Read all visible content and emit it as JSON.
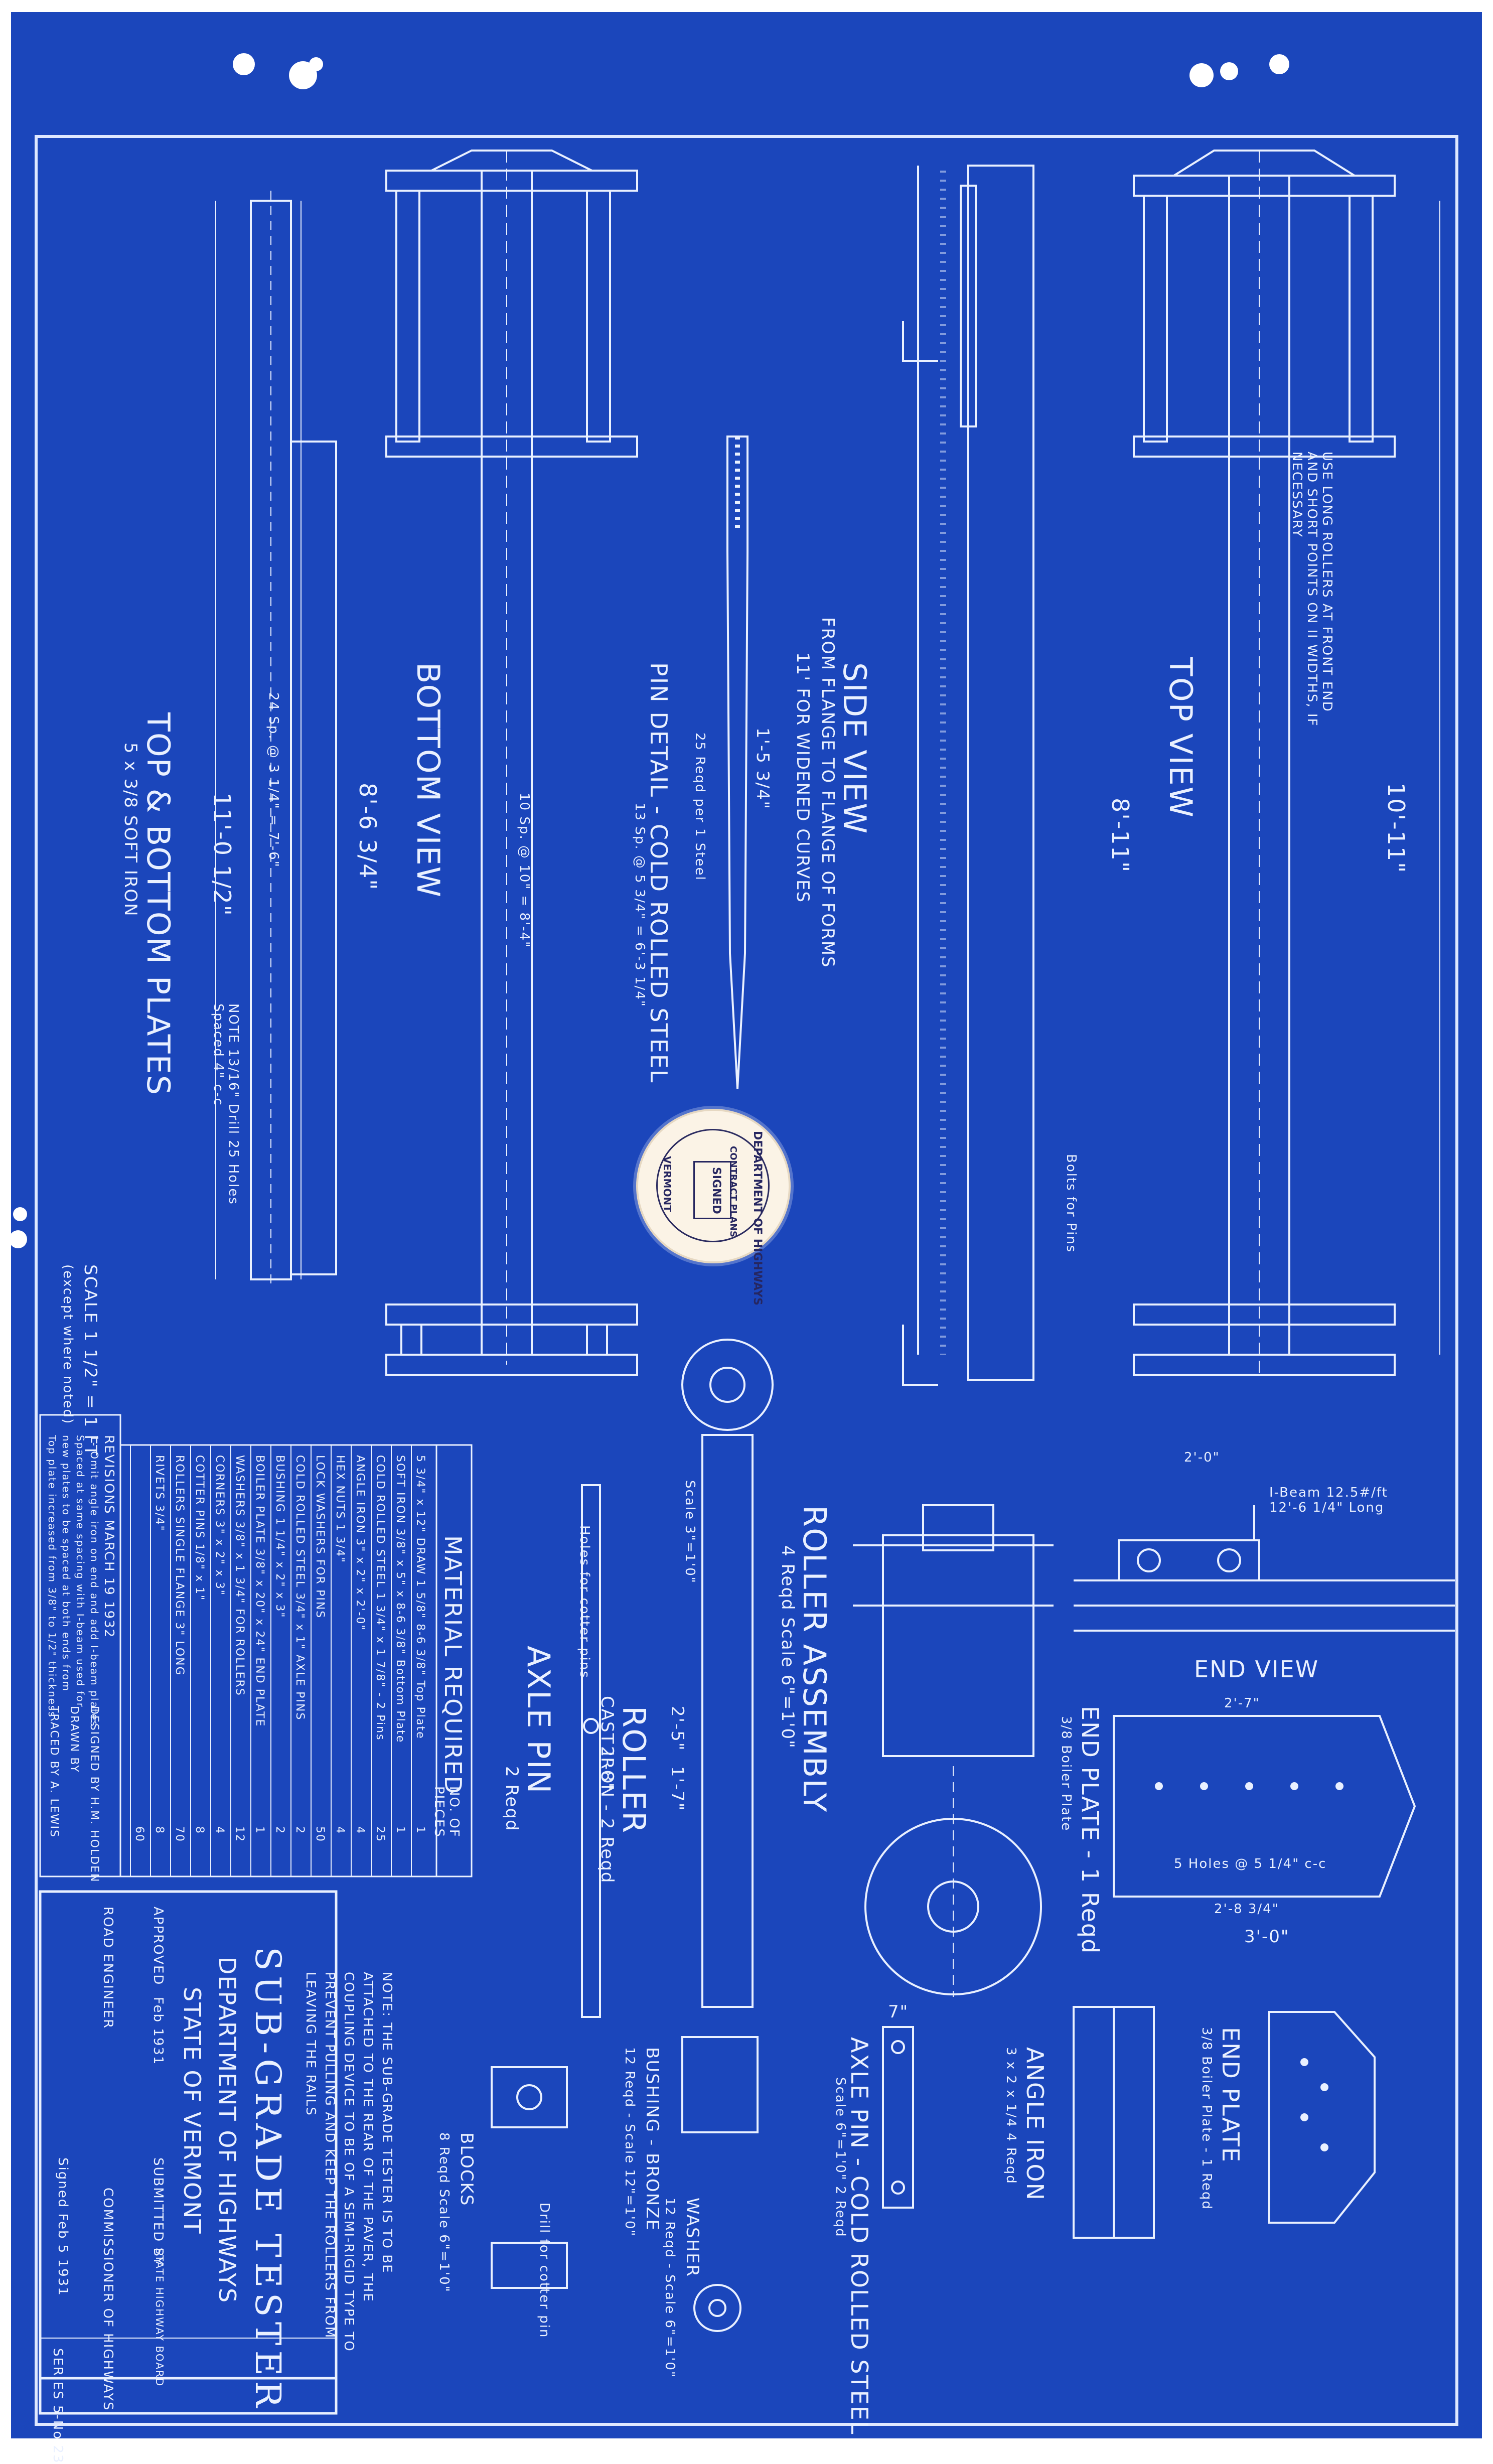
{
  "title_block": {
    "title": "SUB-GRADE TESTER",
    "department": "DEPARTMENT OF HIGHWAYS",
    "state": "STATE OF VERMONT",
    "approved_label": "APPROVED",
    "approved_date": "Feb 1931",
    "road_engineer_label": "ROAD ENGINEER",
    "submitted_label": "SUBMITTED BY",
    "submitted_role": "STATE HIGHWAY BOARD",
    "commissioner_label": "COMMISSIONER OF HIGHWAYS",
    "signed_label": "Signed Feb 5 1931",
    "series": "SERIES 5-No 23"
  },
  "revisions": {
    "header": "REVISIONS MARCH 19 1932",
    "lines": [
      "1- Omit angle iron on end and add I-beam plates",
      "Spaced at same spacing with I-beam used for",
      "new plates to be spaced at both ends from",
      "Top plate increased from 3/8\" to 1/2\" thickness"
    ],
    "designed_by": "DESIGNED BY H.M. HOLDEN",
    "drawn_by": "DRAWN BY",
    "traced_by": "TRACED BY A. LEWIS"
  },
  "material_table": {
    "title": "MATERIAL REQUIRED",
    "pieces_header": "NO. OF PIECES",
    "rows": [
      {
        "item": "5 3/4\" x 12\" DRAW 1 5/8\" 8-6 3/8\" Top Plate",
        "qty": "1"
      },
      {
        "item": "SOFT IRON 3/8\" x 5\" x 8-6 3/8\" Bottom Plate",
        "qty": "1"
      },
      {
        "item": "COLD ROLLED STEEL 1 3/4\" x 1 7/8\" - 2 Pins",
        "qty": "25"
      },
      {
        "item": "ANGLE IRON 3\" x 2\" x 2'-0\"",
        "qty": "4"
      },
      {
        "item": "HEX NUTS 1 3/4\"",
        "qty": "4"
      },
      {
        "item": "LOCK WASHERS FOR PINS",
        "qty": "50"
      },
      {
        "item": "COLD ROLLED STEEL 3/4\" x 1\" AXLE PINS",
        "qty": "2"
      },
      {
        "item": "BUSHING 1 1/4\" x 2\" x 3\"",
        "qty": "2"
      },
      {
        "item": "BOILER PLATE 3/8\" x 20\" x 24\" END PLATE",
        "qty": "1"
      },
      {
        "item": "WASHERS 3/8\" x 1 3/4\" FOR ROLLERS",
        "qty": "12"
      },
      {
        "item": "CORNERS 3\" x 2\" x 3\"",
        "qty": "4"
      },
      {
        "item": "COTTER PINS 1/8\" x 1\"",
        "qty": "8"
      },
      {
        "item": "ROLLERS SINGLE FLANGE 3\" LONG",
        "qty": "70"
      },
      {
        "item": "RIVETS 3/4\"",
        "qty": "8"
      },
      {
        "item": "",
        "qty": "60"
      }
    ]
  },
  "views": {
    "top_bottom_plates": "TOP & BOTTOM PLATES",
    "top_bottom_plates_sub": "5 x 3/8 SOFT IRON",
    "bottom_view": "BOTTOM VIEW",
    "pin_detail": "PIN DETAIL - COLD ROLLED STEEL",
    "pin_detail_sub": "25 Reqd per 1 Steel",
    "side_view": "SIDE VIEW",
    "side_view_sub1": "FROM FLANGE TO FLANGE OF FORMS",
    "side_view_sub2": "11' FOR WIDENED CURVES",
    "top_view": "TOP VIEW",
    "top_view_note": "USE LONG ROLLERS AT FRONT END AND SHORT POINTS ON II WIDTHS, IF NECESSARY",
    "end_view": "END VIEW",
    "roller_assembly": "ROLLER ASSEMBLY",
    "roller_assembly_sub": "4 Reqd  Scale 6\"=1'0\"",
    "roller": "ROLLER",
    "roller_sub": "CAST IRON - 2 Reqd",
    "axle_pin": "AXLE PIN",
    "axle_pin_sub": "2 Reqd",
    "axle_pin_detail": "AXLE PIN - COLD ROLLED STEEL",
    "axle_pin_detail_sub": "Scale 6\"=1'0\"  2 Reqd",
    "end_plate_1": "END PLATE - 1 Reqd",
    "end_plate_1_sub": "3/8 Boiler Plate",
    "end_plate_2": "END PLATE",
    "end_plate_2_sub": "3/8 Boiler Plate - 1 Reqd",
    "angle_iron": "ANGLE IRON",
    "angle_iron_sub": "3 x 2 x 1/4  4 Reqd",
    "bushing": "BUSHING - BRONZE",
    "bushing_sub": "12 Reqd - Scale 12\"=1'0\"",
    "washer": "WASHER",
    "washer_sub": "12 Reqd - Scale 6\"=1'0\"",
    "blocks": "BLOCKS",
    "blocks_sub": "8 Reqd  Scale 6\"=1'0\"",
    "scale_note": "SCALE 1 1/2\" = 1 FT",
    "scale_note_sub": "(except where noted)",
    "general_note": "NOTE: THE SUB-GRADE TESTER IS TO BE ATTACHED TO THE REAR OF THE PAVER, THE COUPLING DEVICE TO BE OF A SEMI-RIGID TYPE TO PREVENT PULLING AND KEEP THE ROLLERS FROM LEAVING THE RAILS",
    "holes_note": "NOTE 13/16\" Drill 25 Holes Spaced 4\" c-c"
  },
  "dimensions": {
    "plates_overall": "11'-0 1/2\"",
    "plates_spacing": "24 Sp. @ 3 1/4\" = 7'-6\"",
    "bottom_overall": "8'-6 3/4\"",
    "bottom_spacing": "10 Sp. @ 10\" = 8'-4\"",
    "bottom_spacing2": "13 Sp. @ 5 3/4\" = 6'-3 1/4\"",
    "top_overall": "10'-11\"",
    "top_inner": "8'-11\"",
    "pin_len": "1'-5 3/4\"",
    "roller_len": "1'-7\"",
    "roller_dia": "2'-5\"",
    "axle_len": "2'-8\"",
    "axle_pin_len": "7\"",
    "end_plate_w": "3'-0\"",
    "end_plate_inner": "2'-8 3/4\"",
    "end_plate_top": "2'-7\"",
    "end_plate_holes": "5 Holes @ 5 1/4\" c-c",
    "end_view_dim": "2'-0\"",
    "ibeam_note": "I-Beam 12.5#/ft 12'-6 1/4\" Long",
    "bolts_note": "Bolts for Pins",
    "pin_note": "Holes for cotter pins",
    "drill_note": "Drill for cotter pin",
    "scale_roller": "Scale 3\"=1'0\""
  },
  "stamp": {
    "line1": "DEPARTMENT OF HIGHWAYS",
    "line2": "CONTRACT PLANS",
    "line3": "SIGNED",
    "line4": "VERMONT"
  },
  "colors": {
    "paper": "#ffffff",
    "blueprint": "#1a44b8",
    "line": "#e9f0ff",
    "stamp": "#fbf3e6"
  }
}
